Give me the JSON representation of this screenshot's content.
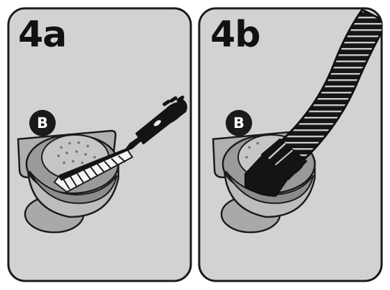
{
  "panels": [
    {
      "step": "4a",
      "badge": "B",
      "tool": "brush"
    },
    {
      "step": "4b",
      "badge": "B",
      "tool": "vacuum-hose"
    }
  ],
  "colors": {
    "panel_fill": "#d2d2d2",
    "outline": "#1a1a1a",
    "background": "#ffffff",
    "part_gray": "#b3b3b3",
    "part_dark": "#8f8f8f",
    "tool_black": "#141414"
  }
}
